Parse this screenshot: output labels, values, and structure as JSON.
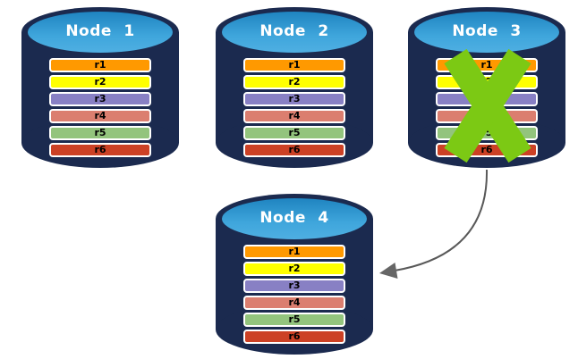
{
  "diagram": {
    "type": "database-replication-failover",
    "nodes": [
      {
        "label": "Node 1",
        "failed": false,
        "replicas": [
          "r1",
          "r2",
          "r3",
          "r4",
          "r5",
          "r6"
        ]
      },
      {
        "label": "Node 2",
        "failed": false,
        "replicas": [
          "r1",
          "r2",
          "r3",
          "r4",
          "r5",
          "r6"
        ]
      },
      {
        "label": "Node 3",
        "failed": true,
        "replicas": [
          "r1",
          "r2",
          "r3",
          "r4",
          "r5",
          "r6"
        ]
      },
      {
        "label": "Node 4",
        "failed": false,
        "replicas": [
          "r1",
          "r2",
          "r3",
          "r4",
          "r5",
          "r6"
        ]
      }
    ],
    "replica_colors": {
      "r1": "#FF9900",
      "r2": "#FFFF00",
      "r3": "#8880C4",
      "r4": "#DB7E6F",
      "r5": "#93C47D",
      "r6": "#CC4125"
    },
    "colors": {
      "cylinder_body": "#1B2A4F",
      "cylinder_top_blue": "#2E9AD2",
      "failure_x_green": "#7CC914",
      "arrow_grey": "#595959",
      "node_label_text": "#FFFFFF",
      "replica_label_text": "#000000"
    },
    "arrow": {
      "from": "Node 3",
      "to": "Node 4"
    }
  }
}
